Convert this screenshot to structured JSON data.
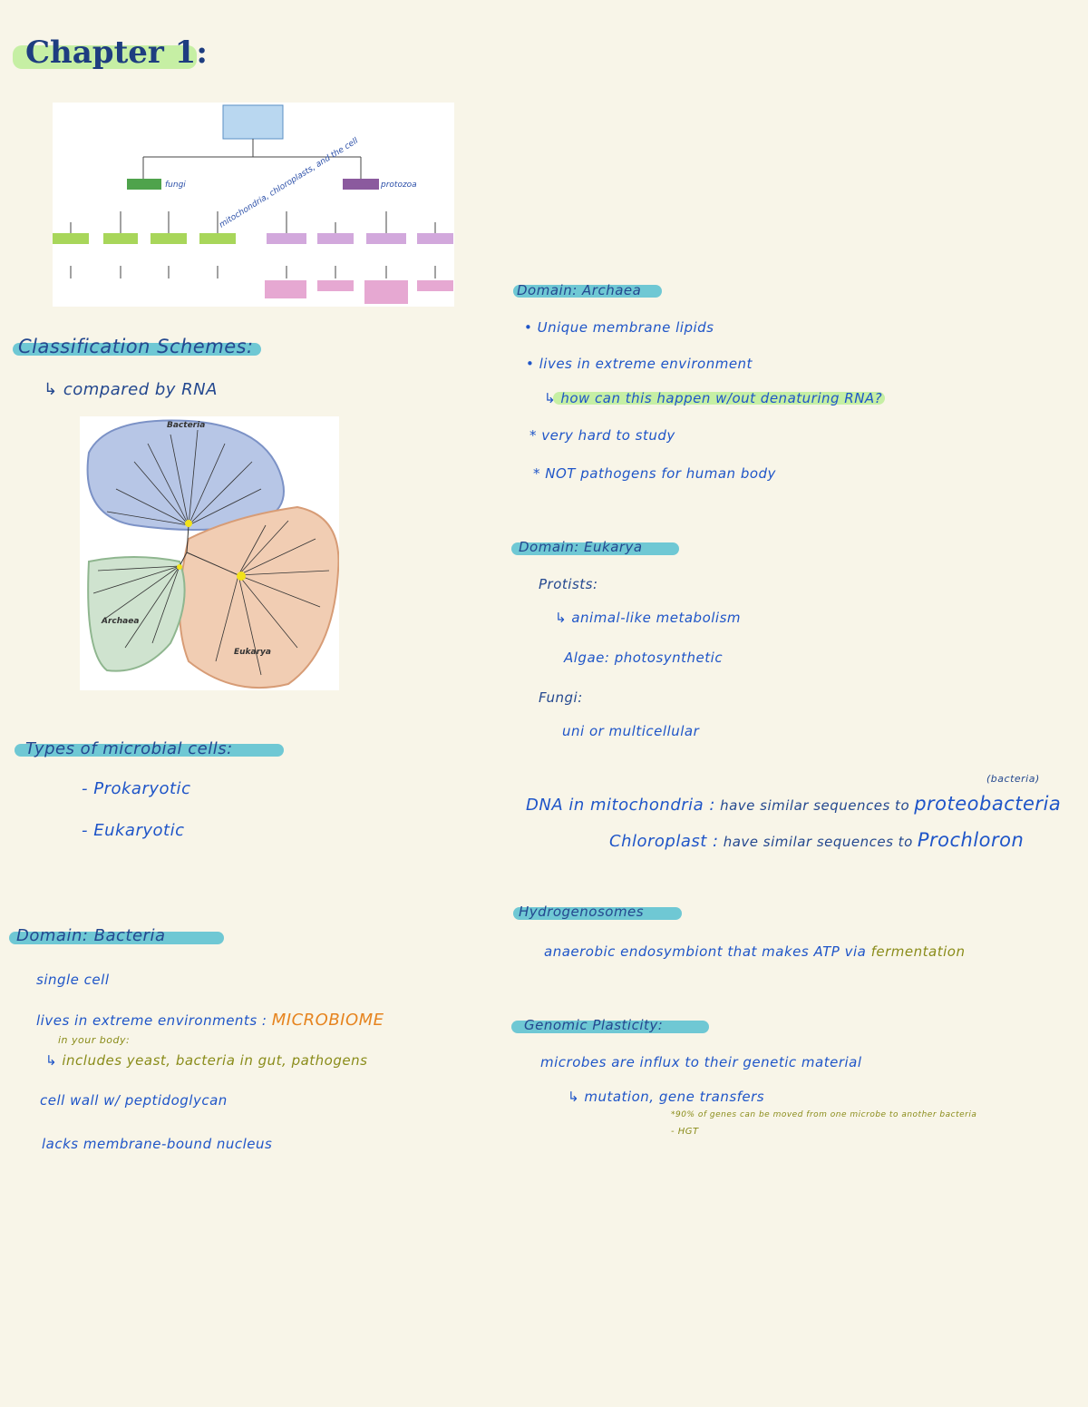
{
  "title": "Chapter 1:",
  "classification": {
    "heading": "Classification Schemes:",
    "sub": "compared by RNA"
  },
  "flowchart": {
    "annotations": [
      "fungi",
      "protozoa",
      "mitochondria, chloroplasts, and the cell"
    ]
  },
  "tree": {
    "labels": {
      "bacteria": "Bacteria",
      "archaea": "Archaea",
      "eukarya": "Eukarya"
    }
  },
  "types": {
    "heading": "Types of microbial cells:",
    "items": [
      "- Prokaryotic",
      "- Eukaryotic"
    ]
  },
  "bacteria": {
    "heading": "Domain: Bacteria",
    "single_cell": "single cell",
    "lives_text": "lives in extreme environments :",
    "microbiome": "MICROBIOME",
    "in_body": "in your body:",
    "includes": "includes yeast, bacteria in gut, pathogens",
    "cell_wall": "cell wall w/ peptidoglycan",
    "lacks": "lacks membrane-bound nucleus"
  },
  "archaea": {
    "heading": "Domain: Archaea",
    "items": [
      "• Unique membrane lipids",
      "• lives in extreme environment",
      "↳ how can this happen w/out denaturing RNA?",
      "* very hard to study",
      "* NOT pathogens for human body"
    ]
  },
  "eukarya": {
    "heading": "Domain: Eukarya",
    "protists": "Protists:",
    "animal_like": "animal-like metabolism",
    "algae": "Algae: photosynthetic",
    "fungi": "Fungi:",
    "uni": "uni or multicellular"
  },
  "dna": {
    "mito_label": "DNA in mitochondria :",
    "mito_text": "have similar sequences to",
    "mito_target": "proteobacteria",
    "bacteria_note": "(bacteria)",
    "chloro_label": "Chloroplast :",
    "chloro_text": "have similar sequences to",
    "chloro_target": "Prochloron"
  },
  "hydrogenosomes": {
    "heading": "Hydrogenosomes",
    "text": "anaerobic endosymbiont that makes ATP via",
    "fermentation": "fermentation"
  },
  "genomic": {
    "heading": "Genomic Plasticity:",
    "text": "microbes are influx to their genetic material",
    "sub": "mutation, gene transfers",
    "note1": "*90% of genes can be moved from one microbe to another bacteria",
    "note2": "- HGT"
  },
  "colors": {
    "green_highlight": "#c6efa4",
    "teal_highlight": "#6fc8d4",
    "page": "#f8f5e8"
  }
}
